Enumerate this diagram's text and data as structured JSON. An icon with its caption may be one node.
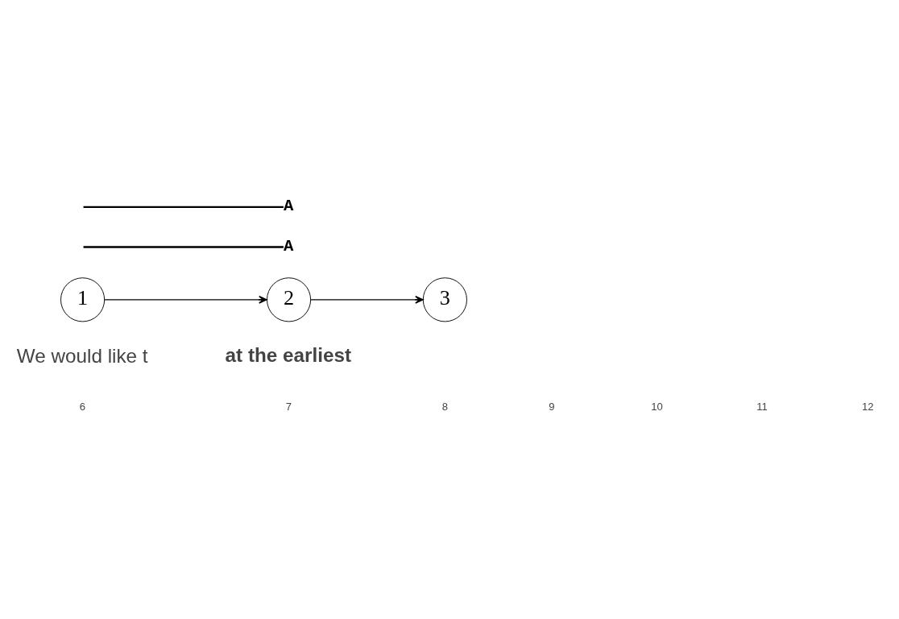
{
  "diagram": {
    "nodes": [
      {
        "text": [
          "1"
        ]
      },
      {
        "text": [
          "2"
        ]
      },
      {
        "text": [
          "3"
        ]
      },
      {
        "text": [
          "A"
        ]
      },
      {
        "text": [
          "A"
        ]
      }
    ],
    "edges": [
      {
        "from": 0,
        "to": 1,
        "arrow": "to"
      },
      {
        "from": 1,
        "to": 2,
        "arrow": "to"
      },
      {
        "from": null,
        "to": 3,
        "arrow": "none"
      },
      {
        "from": null,
        "to": 4,
        "arrow": "none"
      }
    ],
    "labels": [
      "6",
      "7",
      "8",
      "9",
      "10",
      "11",
      "12",
      "We would like t",
      "at the earliest"
    ]
  }
}
